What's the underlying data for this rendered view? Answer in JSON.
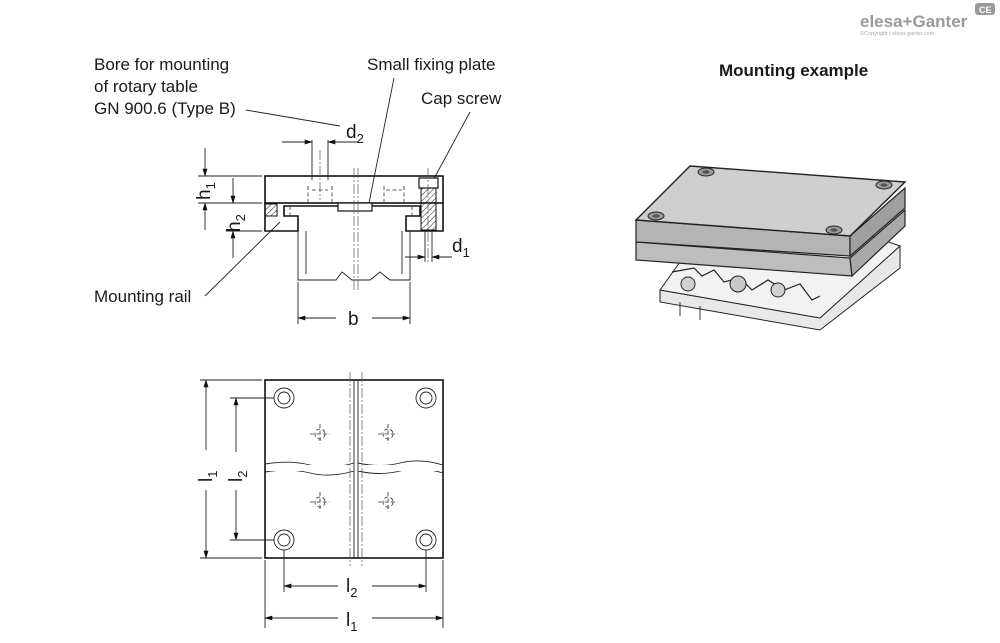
{
  "brand": {
    "name": "elesa+Ganter",
    "copyright": "©Copyright | elesa-ganter.com",
    "mark": "CE"
  },
  "labels": {
    "bore_line1": "Bore for mounting",
    "bore_line2": "of rotary table",
    "bore_line3": "GN 900.6 (Type B)",
    "small_fixing_plate": "Small fixing plate",
    "cap_screw": "Cap screw",
    "mounting_rail": "Mounting rail",
    "mounting_example": "Mounting example"
  },
  "dimensions": {
    "d2": {
      "base": "d",
      "sub": "2"
    },
    "d1": {
      "base": "d",
      "sub": "1"
    },
    "h1": {
      "base": "h",
      "sub": "1"
    },
    "h2": {
      "base": "h",
      "sub": "2"
    },
    "b": {
      "base": "b"
    },
    "l1_vertical": {
      "base": "l",
      "sub": "1"
    },
    "l2_vertical": {
      "base": "l",
      "sub": "2"
    },
    "l2_horizontal": {
      "base": "l",
      "sub": "2"
    },
    "l1_horizontal": {
      "base": "l",
      "sub": "1"
    }
  },
  "colors": {
    "line": "#111111",
    "plate_top": "#cfcfcf",
    "plate_side": "#b4b4b4",
    "brand_grey": "#9a9a9a"
  }
}
